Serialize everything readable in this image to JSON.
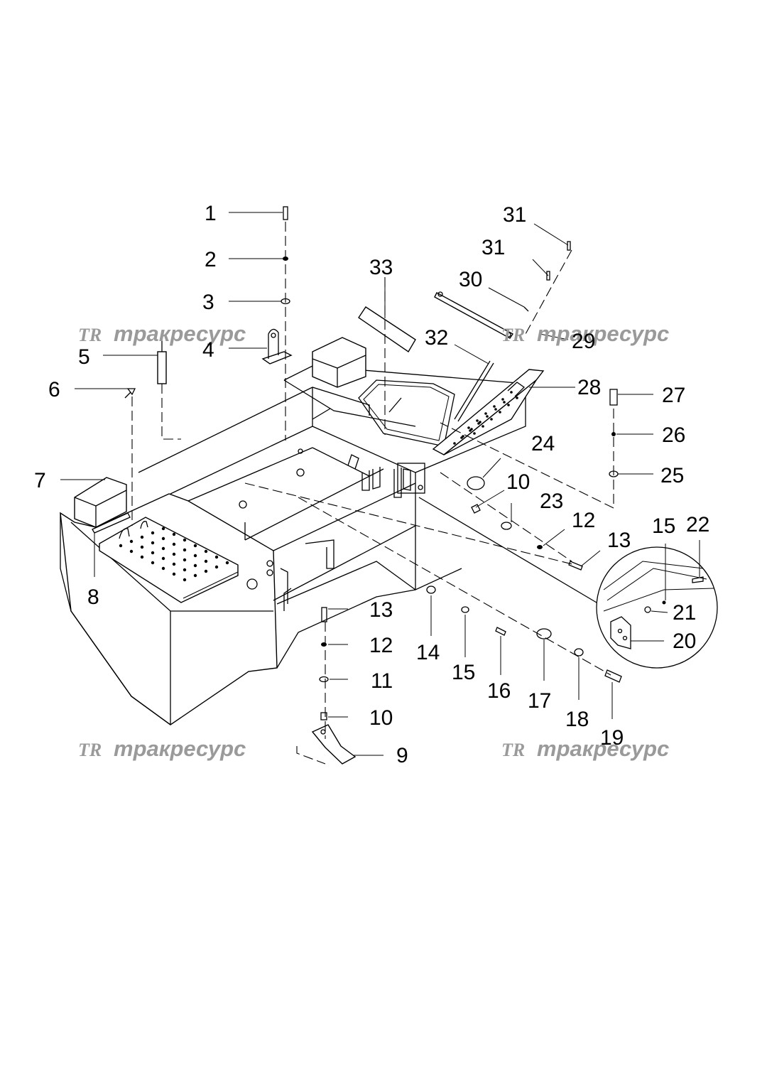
{
  "colors": {
    "ink": "#000000",
    "watermark": "#9a9a9a",
    "background": "#ffffff"
  },
  "watermarks": [
    {
      "logo": "TR",
      "text": "тракресурс"
    },
    {
      "logo": "TR",
      "text": "тракресурс"
    },
    {
      "logo": "TR",
      "text": "тракресурс"
    },
    {
      "logo": "TR",
      "text": "тракресурс"
    }
  ],
  "callouts": [
    "1",
    "2",
    "3",
    "4",
    "5",
    "6",
    "7",
    "8",
    "9",
    "10",
    "10",
    "11",
    "12",
    "12",
    "13",
    "13",
    "14",
    "15",
    "15",
    "16",
    "17",
    "18",
    "19",
    "20",
    "21",
    "22",
    "23",
    "24",
    "25",
    "26",
    "27",
    "28",
    "29",
    "30",
    "31",
    "31",
    "32",
    "33"
  ]
}
